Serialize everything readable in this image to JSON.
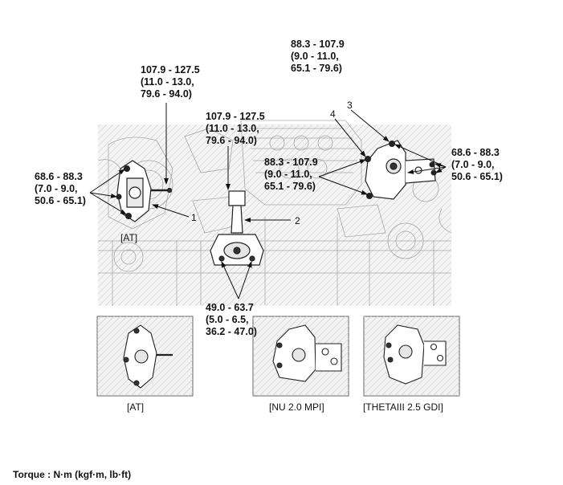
{
  "torques": {
    "at_mount_bolts": "68.6 - 88.3\n(7.0 - 9.0,\n50.6 - 65.1)",
    "at_mount_nut": "107.9 - 127.5\n(11.0 - 13.0,\n79.6 - 94.0)",
    "roll_rod_top": "107.9 - 127.5\n(11.0 - 13.0,\n79.6 - 94.0)",
    "roll_rod_bottom": "49.0 - 63.7\n(5.0 - 6.5,\n36.2 - 47.0)",
    "engine_mount_top": "88.3 - 107.9\n(9.0 - 11.0,\n65.1 - 79.6)",
    "engine_mount_left": "88.3 - 107.9\n(9.0 - 11.0,\n65.1 - 79.6)",
    "engine_mount_right": "68.6 - 88.3\n(7.0 - 9.0,\n50.6 - 65.1)"
  },
  "callouts": [
    "1",
    "2",
    "3",
    "4"
  ],
  "captions": {
    "main_at": "[AT]",
    "inset_at": "[AT]",
    "inset_nu": "[NU 2.0 MPI]",
    "inset_theta": "[THETAIII 2.5 GDI]"
  },
  "legend": "Torque : N·m (kgf·m, lb·ft)"
}
